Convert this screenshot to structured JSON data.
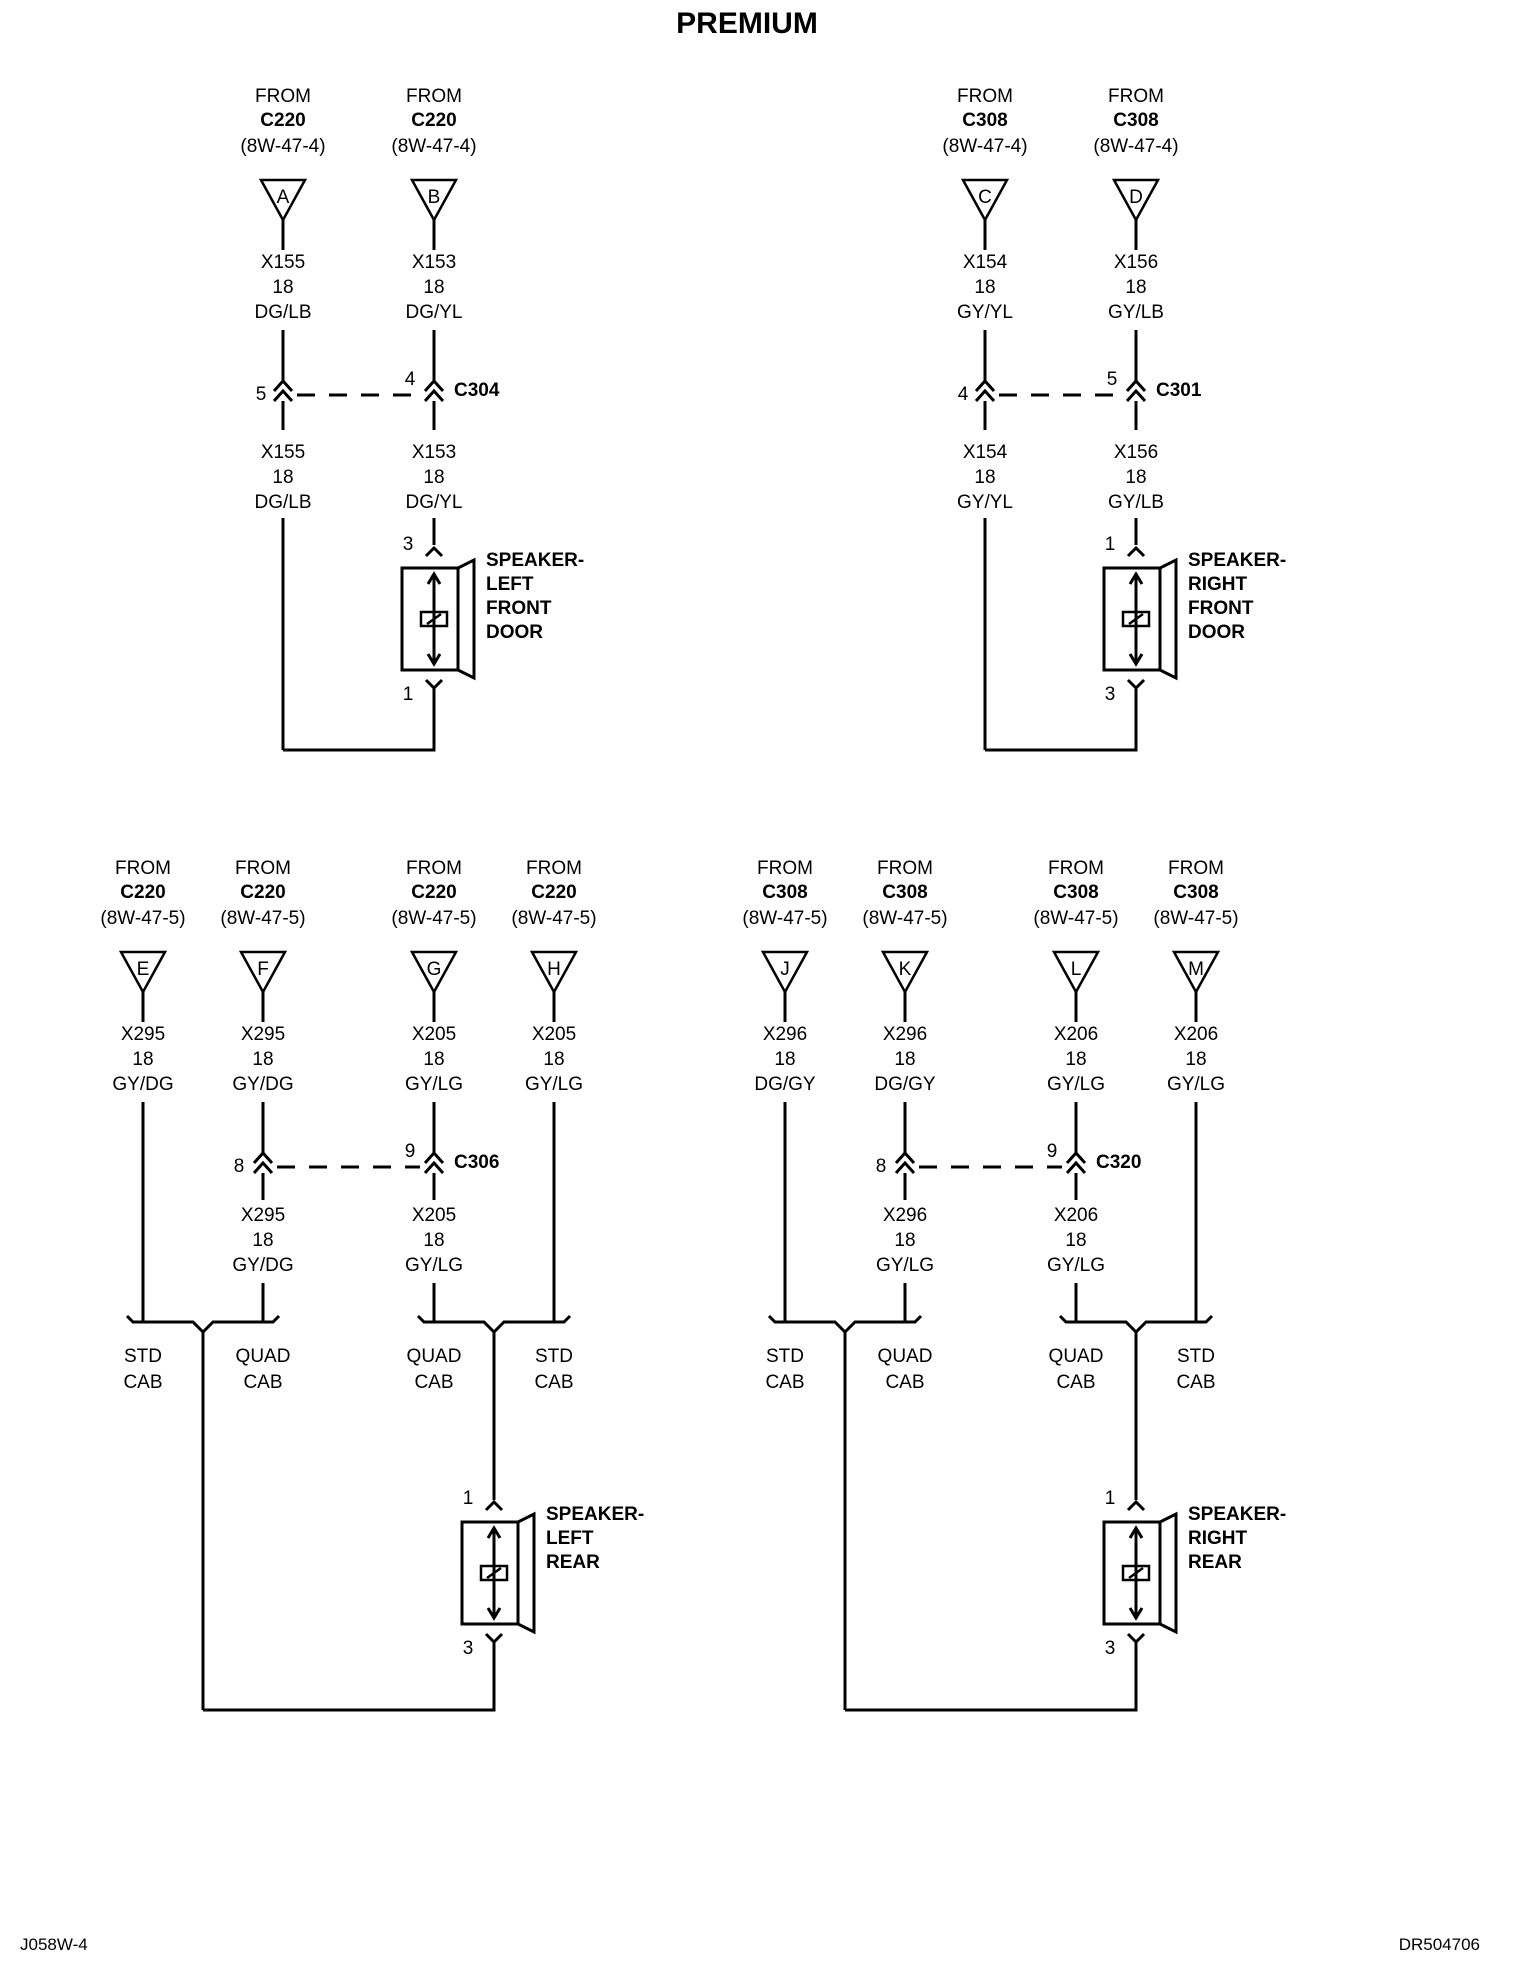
{
  "title": "PREMIUM",
  "footer": {
    "left": "J058W-4",
    "right": "DR504706"
  },
  "front_groups": [
    {
      "connectors": [
        {
          "from": "FROM",
          "conn": "C220",
          "ref": "(8W-47-4)",
          "letter": "A",
          "wire_top": [
            "X155",
            "18",
            "DG/LB"
          ],
          "wire_bottom": [
            "X155",
            "18",
            "DG/LB"
          ],
          "pin": "5"
        },
        {
          "from": "FROM",
          "conn": "C220",
          "ref": "(8W-47-4)",
          "letter": "B",
          "wire_top": [
            "X153",
            "18",
            "DG/YL"
          ],
          "wire_bottom": [
            "X153",
            "18",
            "DG/YL"
          ],
          "pin": "4"
        }
      ],
      "inline_connector": "C304",
      "speaker": {
        "label": [
          "SPEAKER-",
          "LEFT",
          "FRONT",
          "DOOR"
        ],
        "pin_top": "3",
        "pin_bottom": "1"
      }
    },
    {
      "connectors": [
        {
          "from": "FROM",
          "conn": "C308",
          "ref": "(8W-47-4)",
          "letter": "C",
          "wire_top": [
            "X154",
            "18",
            "GY/YL"
          ],
          "wire_bottom": [
            "X154",
            "18",
            "GY/YL"
          ],
          "pin": "4"
        },
        {
          "from": "FROM",
          "conn": "C308",
          "ref": "(8W-47-4)",
          "letter": "D",
          "wire_top": [
            "X156",
            "18",
            "GY/LB"
          ],
          "wire_bottom": [
            "X156",
            "18",
            "GY/LB"
          ],
          "pin": "5"
        }
      ],
      "inline_connector": "C301",
      "speaker": {
        "label": [
          "SPEAKER-",
          "RIGHT",
          "FRONT",
          "DOOR"
        ],
        "pin_top": "1",
        "pin_bottom": "3"
      }
    }
  ],
  "rear_groups": [
    {
      "connectors": [
        {
          "from": "FROM",
          "conn": "C220",
          "ref": "(8W-47-5)",
          "letter": "E",
          "wire_top": [
            "X295",
            "18",
            "GY/DG"
          ]
        },
        {
          "from": "FROM",
          "conn": "C220",
          "ref": "(8W-47-5)",
          "letter": "F",
          "wire_top": [
            "X295",
            "18",
            "GY/DG"
          ],
          "wire_bottom": [
            "X295",
            "18",
            "GY/DG"
          ],
          "pin": "8"
        },
        {
          "from": "FROM",
          "conn": "C220",
          "ref": "(8W-47-5)",
          "letter": "G",
          "wire_top": [
            "X205",
            "18",
            "GY/LG"
          ],
          "wire_bottom": [
            "X205",
            "18",
            "GY/LG"
          ],
          "pin": "9"
        },
        {
          "from": "FROM",
          "conn": "C220",
          "ref": "(8W-47-5)",
          "letter": "H",
          "wire_top": [
            "X205",
            "18",
            "GY/LG"
          ]
        }
      ],
      "inline_connector": "C306",
      "cab_labels": [
        [
          "STD",
          "CAB"
        ],
        [
          "QUAD",
          "CAB"
        ],
        [
          "QUAD",
          "CAB"
        ],
        [
          "STD",
          "CAB"
        ]
      ],
      "speaker": {
        "label": [
          "SPEAKER-",
          "LEFT",
          "REAR"
        ],
        "pin_top": "1",
        "pin_bottom": "3"
      }
    },
    {
      "connectors": [
        {
          "from": "FROM",
          "conn": "C308",
          "ref": "(8W-47-5)",
          "letter": "J",
          "wire_top": [
            "X296",
            "18",
            "DG/GY"
          ]
        },
        {
          "from": "FROM",
          "conn": "C308",
          "ref": "(8W-47-5)",
          "letter": "K",
          "wire_top": [
            "X296",
            "18",
            "DG/GY"
          ],
          "wire_bottom": [
            "X296",
            "18",
            "GY/LG"
          ],
          "pin": "8"
        },
        {
          "from": "FROM",
          "conn": "C308",
          "ref": "(8W-47-5)",
          "letter": "L",
          "wire_top": [
            "X206",
            "18",
            "GY/LG"
          ],
          "wire_bottom": [
            "X206",
            "18",
            "GY/LG"
          ],
          "pin": "9"
        },
        {
          "from": "FROM",
          "conn": "C308",
          "ref": "(8W-47-5)",
          "letter": "M",
          "wire_top": [
            "X206",
            "18",
            "GY/LG"
          ]
        }
      ],
      "inline_connector": "C320",
      "cab_labels": [
        [
          "STD",
          "CAB"
        ],
        [
          "QUAD",
          "CAB"
        ],
        [
          "QUAD",
          "CAB"
        ],
        [
          "STD",
          "CAB"
        ]
      ],
      "speaker": {
        "label": [
          "SPEAKER-",
          "RIGHT",
          "REAR"
        ],
        "pin_top": "1",
        "pin_bottom": "3"
      }
    }
  ]
}
